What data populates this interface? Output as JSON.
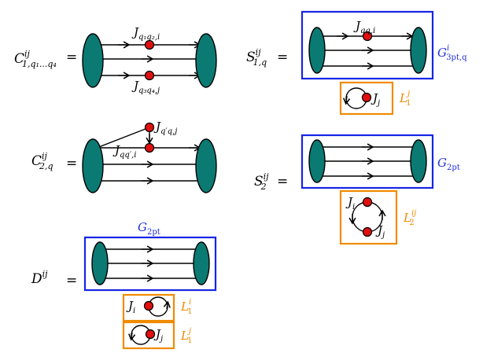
{
  "colors": {
    "node_fill": "#0b7a73",
    "vertex_fill": "#e01010",
    "blue_box": "#1525e6",
    "orange_box": "#f08a00",
    "line": "#000000"
  },
  "labels": {
    "c1": {
      "main": "C",
      "sup": "ij",
      "sub": "1,q₁...q₄"
    },
    "c2": {
      "main": "C",
      "sup": "ij",
      "sub": "2,q"
    },
    "d": {
      "main": "D",
      "sup": "ij"
    },
    "s1": {
      "main": "S",
      "sup": "ij",
      "sub": "1,q"
    },
    "s2": {
      "main": "S",
      "sup": "ij",
      "sub": "2"
    },
    "equals": "="
  },
  "vertex_labels": {
    "c1_top": {
      "main": "J",
      "sub": "q₁q₂,i"
    },
    "c1_bottom": {
      "main": "J",
      "sub": "q₃q₄,j"
    },
    "c2_top": {
      "main": "J",
      "sub": "q′q,j"
    },
    "c2_mid": {
      "main": "J",
      "sub": "qq′,i"
    },
    "s1_top": {
      "main": "J",
      "sub": "qq,i"
    },
    "s1_loop": {
      "main": "J",
      "sub": "j"
    },
    "s2_loop_top": {
      "main": "J",
      "sub": "i"
    },
    "s2_loop_bottom": {
      "main": "J",
      "sub": "j"
    },
    "d_loop1": {
      "main": "J",
      "sub": "i"
    },
    "d_loop2": {
      "main": "J",
      "sub": "j"
    }
  },
  "box_labels": {
    "g3pt": {
      "main": "G",
      "sup": "i",
      "sub": "3pt,q"
    },
    "g2pt_s2": {
      "main": "G",
      "sub": "2pt"
    },
    "g2pt_d": {
      "main": "G",
      "sub": "2pt"
    },
    "l1_s1": {
      "main": "L",
      "sup": "j",
      "sub": "1"
    },
    "l2_s2": {
      "main": "L",
      "sup": "ij",
      "sub": "2"
    },
    "l1_d_i": {
      "main": "L",
      "sup": "i",
      "sub": "1"
    },
    "l1_d_j": {
      "main": "L",
      "sup": "j",
      "sub": "1"
    }
  }
}
